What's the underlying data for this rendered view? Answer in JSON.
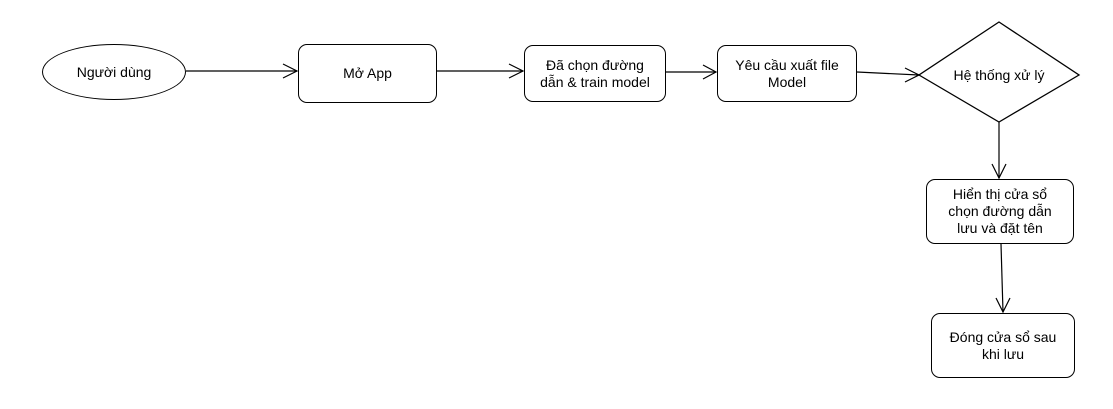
{
  "nodes": {
    "user": {
      "label": "Người dùng"
    },
    "open_app": {
      "label": "Mở App"
    },
    "select_train": {
      "line1": "Đã chọn đường",
      "line2": "dẫn & train model"
    },
    "request_export": {
      "line1": "Yêu cầu xuất file",
      "line2": "Model"
    },
    "system_process": {
      "label": "Hệ thống xử lý"
    },
    "show_dialog": {
      "line1": "Hiển thị cửa sổ",
      "line2": "chọn đường dẫn",
      "line3": "lưu và đặt tên"
    },
    "close_dialog": {
      "line1": "Đóng cửa sổ sau",
      "line2": "khi lưu"
    }
  }
}
